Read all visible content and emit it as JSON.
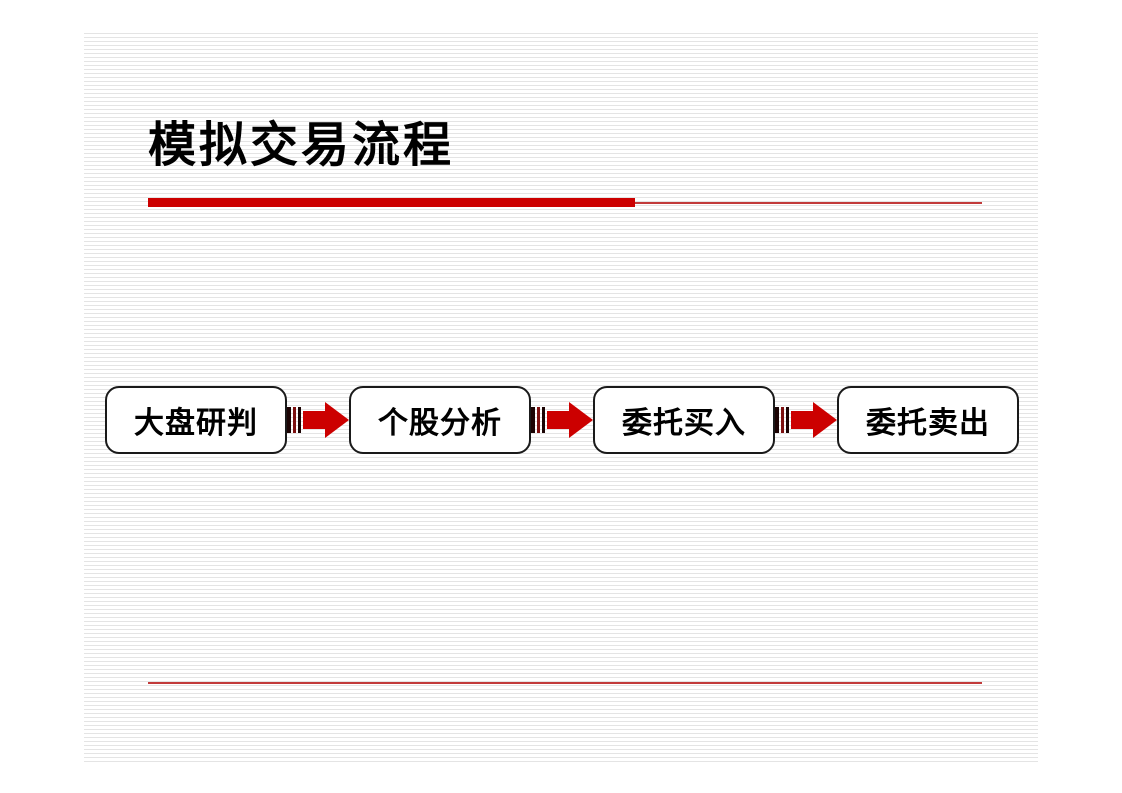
{
  "slide": {
    "title": "模拟交易流程",
    "accent_color": "#cc0000",
    "thin_rule_color": "#c23b3b"
  },
  "flow": {
    "steps": [
      {
        "label": "大盘研判"
      },
      {
        "label": "个股分析"
      },
      {
        "label": "委托买入"
      },
      {
        "label": "委托卖出"
      }
    ]
  }
}
